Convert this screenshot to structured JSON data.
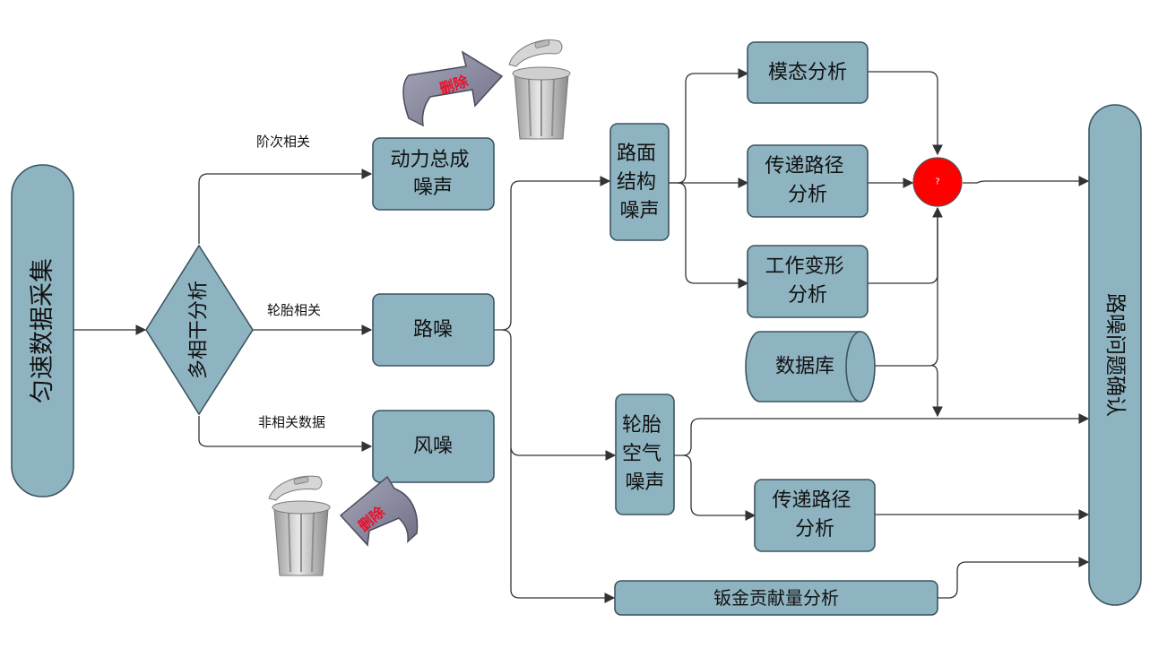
{
  "nodes": {
    "collect": "匀速数据采集",
    "coherence": "多相干分析",
    "powertrain": [
      "动力总成",
      "噪声"
    ],
    "road": "路噪",
    "wind": "风噪",
    "structure": [
      "路面",
      "结构",
      "噪声"
    ],
    "tire_air": [
      "轮胎",
      "空气",
      "噪声"
    ],
    "modal": "模态分析",
    "tpa1": [
      "传递路径",
      "分析"
    ],
    "ods": [
      "工作变形",
      "分析"
    ],
    "database": "数据库",
    "tpa2": [
      "传递路径",
      "分析"
    ],
    "panel": "钣金贡献量分析",
    "confirm": "路噪问题确认",
    "junction": "?"
  },
  "edge_labels": {
    "order": "阶次相关",
    "tire": "轮胎相关",
    "noncorr": "非相关数据"
  },
  "delete_label": "删除",
  "colors": {
    "node_fill": "#8fb4c1",
    "node_stroke": "#3b5560",
    "junction": "#ff0000",
    "arrow": "#8a8a9e",
    "delete_text": "#e8102a"
  }
}
